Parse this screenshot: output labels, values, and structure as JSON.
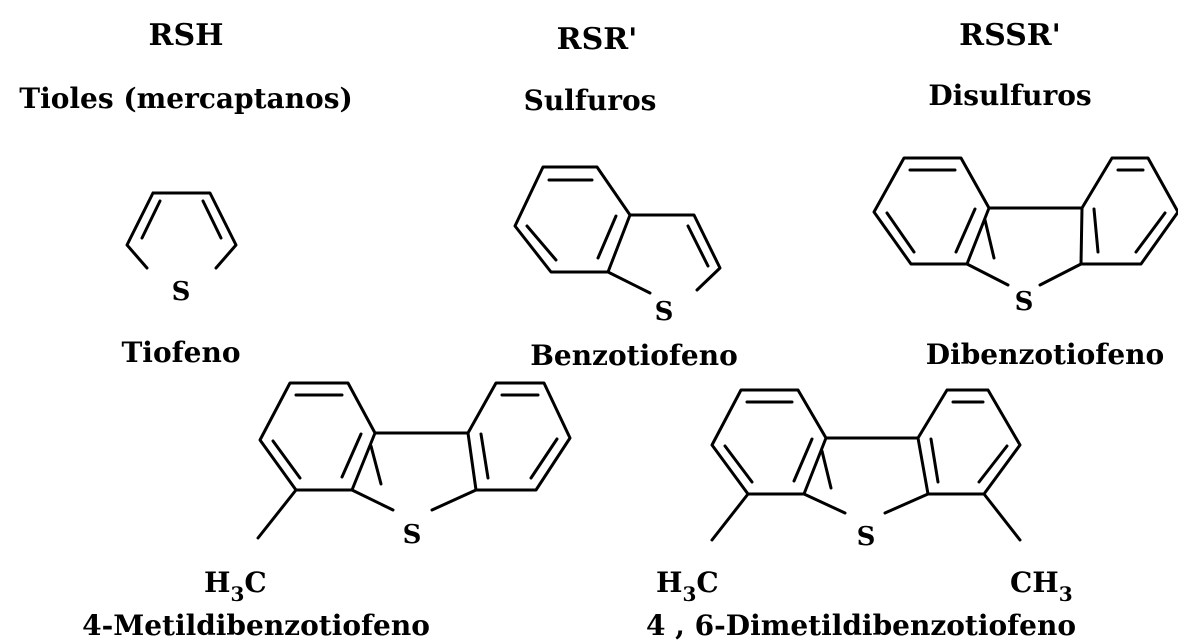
{
  "classes": [
    {
      "formula": "RSH",
      "name": "Tioles (mercaptanos)"
    },
    {
      "formula": "RSR'",
      "name": "Sulfuros"
    },
    {
      "formula": "RSSR'",
      "name": "Disulfuros"
    }
  ],
  "compounds": [
    {
      "name": "Tiofeno",
      "atom": "S"
    },
    {
      "name": "Benzotiofeno",
      "atom": "S"
    },
    {
      "name": "Dibenzotiofeno",
      "atom": "S"
    },
    {
      "name": "4-Metildibenzotiofeno",
      "atom": "S",
      "substituent": {
        "main": "H",
        "sub": "3",
        "tail": "C"
      }
    },
    {
      "name": "4 , 6-Dimetildibenzotiofeno",
      "atom": "S",
      "substituent_left": {
        "main": "H",
        "sub": "3",
        "tail": "C"
      },
      "substituent_right": {
        "main": "CH",
        "sub": "3"
      }
    }
  ]
}
